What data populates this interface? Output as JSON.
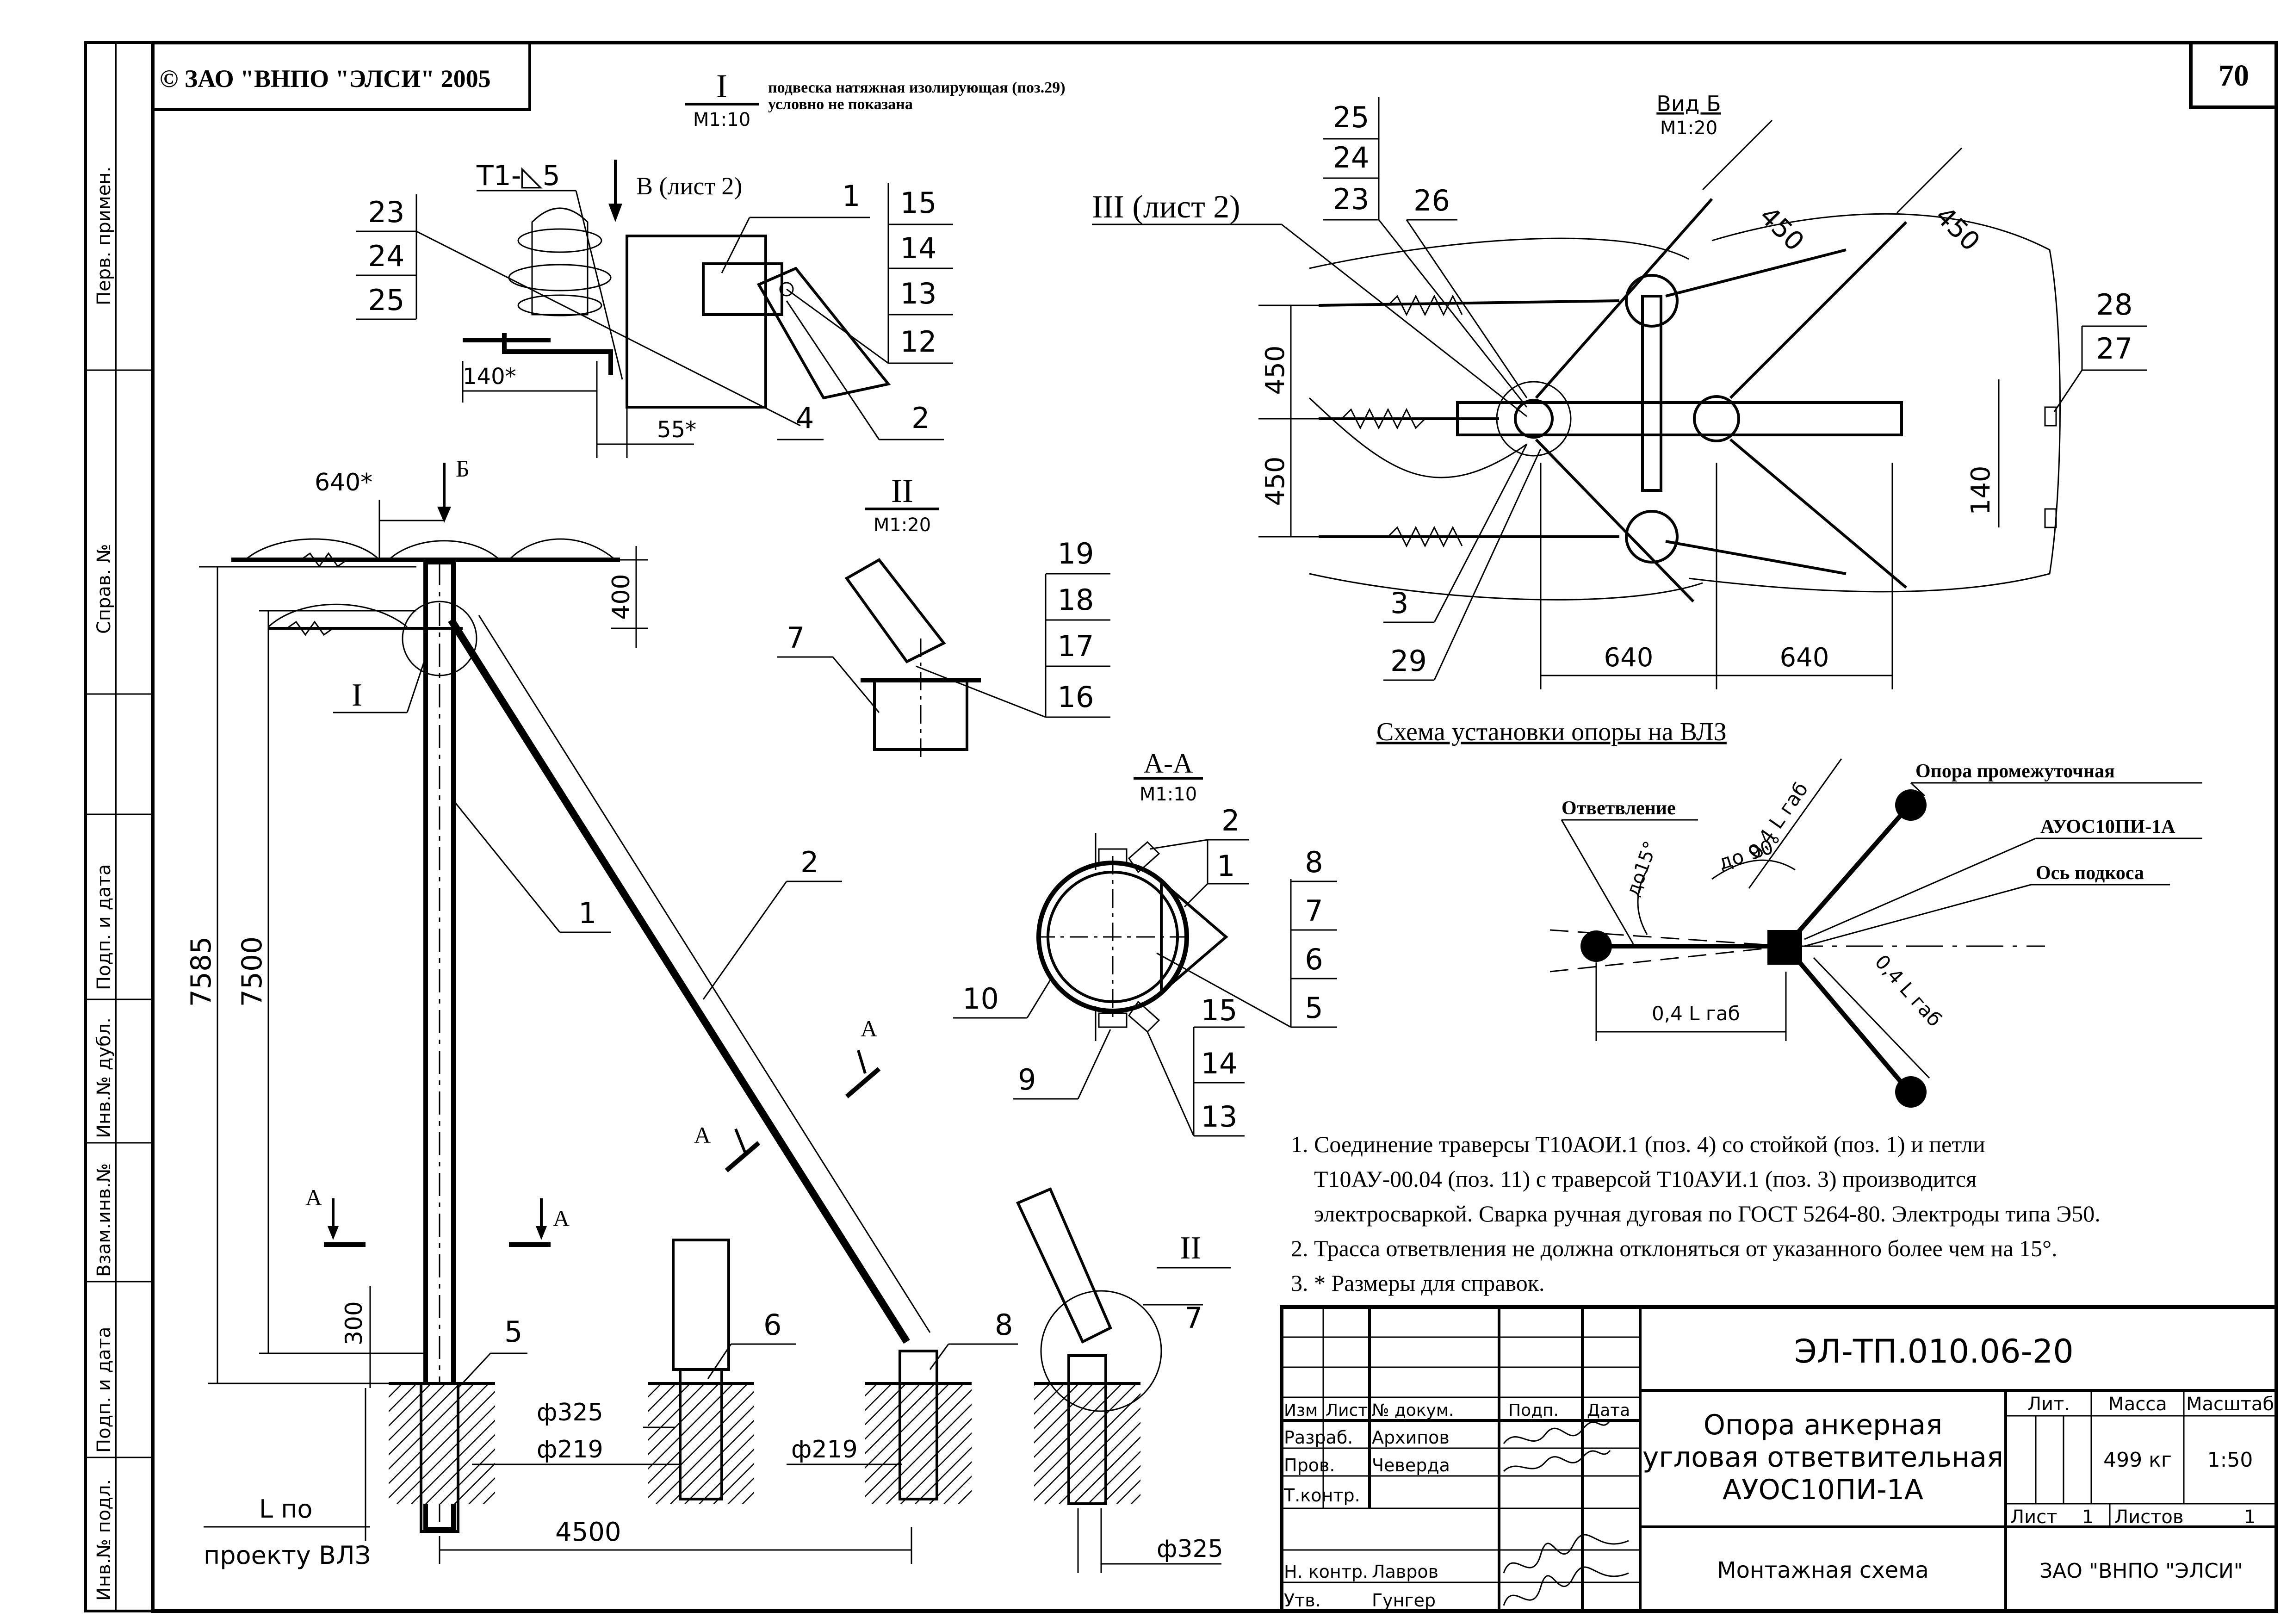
{
  "copyright": "© ЗАО \"ВНПО \"ЭЛСИ\" 2005",
  "sheet_number": "70",
  "side_stamp": {
    "perv_primen": "Перв. примен.",
    "sprav_no": "Справ. №",
    "podp_data_1": "Подп. и дата",
    "inv_dubl": "Инв.№ дубл.",
    "vzam_inv": "Взам.инв.№",
    "podp_data_2": "Подп. и дата",
    "inv_podl": "Инв.№ подл."
  },
  "detail_I": {
    "title": "I",
    "scale": "М1:10",
    "note_line1": "подвеска натяжная изолирующая (поз.29)",
    "note_line2": "условно не показана",
    "weld": "Т1-◺5",
    "view_B": "В (лист 2)",
    "dims": [
      "140*",
      "55*"
    ],
    "pos_left": [
      "23",
      "24",
      "25"
    ],
    "pos_right": [
      "15",
      "14",
      "13",
      "12"
    ],
    "leaders": [
      "1",
      "4",
      "2"
    ]
  },
  "detail_II": {
    "title": "II",
    "scale": "М1:20",
    "pos": [
      "19",
      "18",
      "17",
      "16"
    ],
    "leader": "7"
  },
  "section_AA": {
    "title": "А-А",
    "scale": "М1:10",
    "pos_right": [
      "8",
      "7",
      "6",
      "5"
    ],
    "pos_right_low": [
      "15",
      "14",
      "13"
    ],
    "leaders": [
      "2",
      "1",
      "10",
      "9"
    ]
  },
  "view_B": {
    "title": "Вид Б",
    "scale": "М1:20",
    "ref_III": "III (лист 2)",
    "pos_stack": [
      "25",
      "24",
      "23"
    ],
    "labels": [
      "26",
      "28",
      "27",
      "3",
      "29"
    ],
    "dims": [
      "450",
      "450",
      "450",
      "450",
      "140",
      "640",
      "640"
    ]
  },
  "main_view": {
    "dims": [
      "640*",
      "400",
      "7585",
      "7500",
      "300",
      "4500",
      "ф325",
      "ф219",
      "ф219",
      "ф325"
    ],
    "labels": [
      "Б",
      "I",
      "1",
      "2",
      "А",
      "А",
      "А",
      "А",
      "5",
      "6",
      "8",
      "7",
      "II"
    ],
    "l_po": "L по",
    "proektu": "проекту ВЛЗ"
  },
  "scheme": {
    "title": "Схема установки опоры на ВЛЗ",
    "label_branch": "Ответвление",
    "label_intermediate": "Опора промежуточная",
    "label_model": "АУОС10ПИ-1А",
    "label_axis": "Ось подкоса",
    "dims": [
      "0,4 L габ",
      "0,4 L габ",
      "0,4 L габ"
    ],
    "angle_90": "до 90°",
    "angle_15": "до15°"
  },
  "notes": [
    "1. Соединение траверсы Т10АОИ.1 (поз. 4) со стойкой (поз. 1) и петли",
    "Т10АУ-00.04 (поз. 11) с траверсой Т10АУИ.1 (поз. 3) производится",
    "электросваркой. Сварка ручная дуговая по ГОСТ 5264-80. Электроды типа Э50.",
    "2. Трасса ответвления не должна отклоняться от указанного более чем на 15°.",
    "3. * Размеры для справок."
  ],
  "title_block": {
    "doc_code": "ЭЛ-ТП.010.06-20",
    "name_line1": "Опора анкерная",
    "name_line2": "угловая ответвительная",
    "name_line3": "АУОС10ПИ-1А",
    "subtitle": "Монтажная схема",
    "col_izm": "Изм",
    "col_list": "Лист",
    "col_doc": "№ докум.",
    "col_podp": "Подп.",
    "col_data": "Дата",
    "role_razrab": "Разраб.",
    "name_razrab": "Архипов",
    "role_prov": "Пров.",
    "name_prov": "Чеверда",
    "role_tkontr": "Т.контр.",
    "role_nkontr": "Н. контр.",
    "name_nkontr": "Лавров",
    "role_utv": "Утв.",
    "name_utv": "Гунгер",
    "lit": "Лит.",
    "massa": "Масса",
    "masshtab": "Масштаб",
    "massa_val": "499 кг",
    "masshtab_val": "1:50",
    "list_label": "Лист",
    "list_val": "1",
    "listov_label": "Листов",
    "listov_val": "1",
    "company": "ЗАО \"ВНПО \"ЭЛСИ\""
  }
}
